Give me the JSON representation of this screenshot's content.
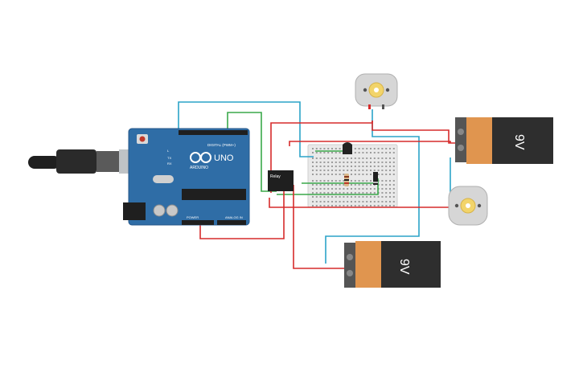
{
  "circuit": {
    "arduino": {
      "logo_text": "UNO",
      "brand_text": "ARDUINO",
      "digital_label": "DIGITAL (PWM~)",
      "power_label": "POWER",
      "analog_label": "ANALOG IN",
      "tx_label": "TX",
      "rx_label": "RX",
      "l_label": "L"
    },
    "relay": {
      "label": "Relay"
    },
    "battery_top": {
      "label": "9V"
    },
    "battery_bottom": {
      "label": "9V"
    },
    "colors": {
      "wire_red": "#d62b2b",
      "wire_blue": "#2ba3c8",
      "wire_green": "#3aa84a",
      "board_blue": "#2f6da6",
      "battery_orange": "#e0954f",
      "battery_black": "#2e2e2e"
    }
  }
}
